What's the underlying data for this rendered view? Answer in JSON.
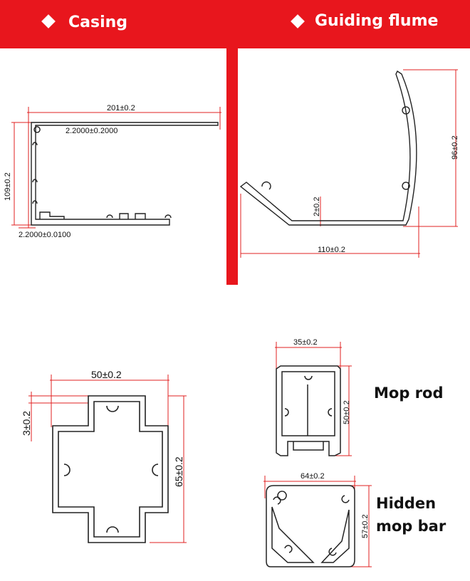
{
  "headers": {
    "casing": "Casing",
    "guiding_flume": "Guiding flume"
  },
  "casing": {
    "width": "201±0.2",
    "thickness_top": "2.2000±0.2000",
    "height": "109±0.2",
    "thickness_bottom": "2.2000±0.0100"
  },
  "guiding_flume": {
    "height": "96±0.2",
    "thickness": "2±0.2",
    "width": "110±0.2"
  },
  "cross_profile": {
    "width": "50±0.2",
    "step": "3±0.2",
    "height": "65±0.2"
  },
  "mop_rod": {
    "label": "Mop rod",
    "width": "35±0.2",
    "height": "50±0.2"
  },
  "hidden_mop_bar": {
    "label_line1": "Hidden",
    "label_line2": "mop bar",
    "width": "64±0.2",
    "height": "57±0.2"
  },
  "colors": {
    "brand_red": "#e8161d",
    "dimension_line": "#e02020",
    "outline": "#222222"
  }
}
